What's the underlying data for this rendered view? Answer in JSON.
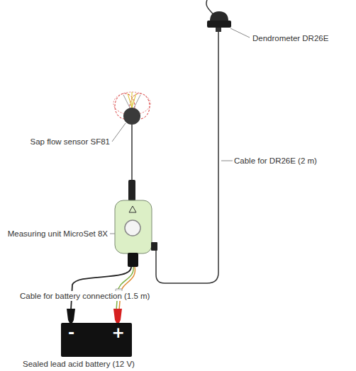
{
  "diagram": {
    "nodes": [
      {
        "text": [
          "-",
          "+"
        ]
      }
    ],
    "labels": [
      "Dendrometer DR26E",
      "Sap flow sensor SF81",
      "Cable for DR26E (2 m)",
      "Measuring unit MicroSet 8X",
      "Cable for battery connection (1.5 m)",
      "Sealed lead acid battery (12 V)"
    ]
  }
}
